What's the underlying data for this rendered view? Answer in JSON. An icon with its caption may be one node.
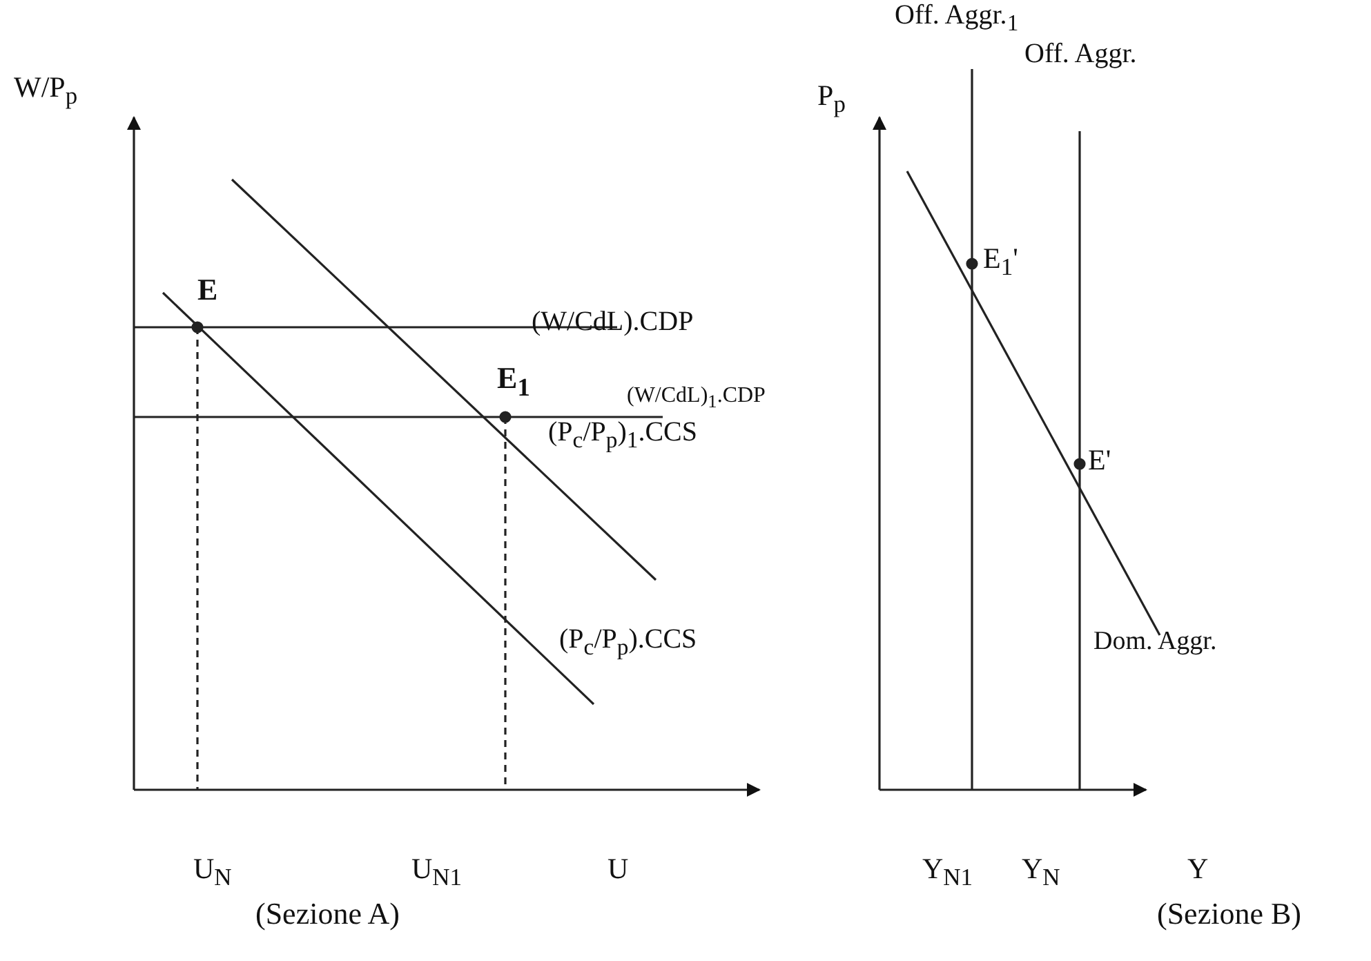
{
  "diagram": {
    "labels": [
      "W/P$_{p}$",
      "Off. Aggr.$_{1}$",
      "P$_{p}$",
      "Off. Aggr.",
      "E",
      "(W/CdL).CDP",
      "E$_{1}$'",
      "E$_{1}$",
      "(W/CdL)$_{1}$.CDP",
      "(P$_{c}$/P$_{p}$)$_{1}$.CCS",
      "E'",
      "(P$_{c}$/P$_{p}$).CCS",
      "Dom. Aggr.",
      "U$_{N}$",
      "U$_{N1}$",
      "U",
      "Y$_{N1}$",
      "Y$_{N}$",
      "Y",
      "(Sezione A)",
      "(Sezione B)"
    ]
  }
}
